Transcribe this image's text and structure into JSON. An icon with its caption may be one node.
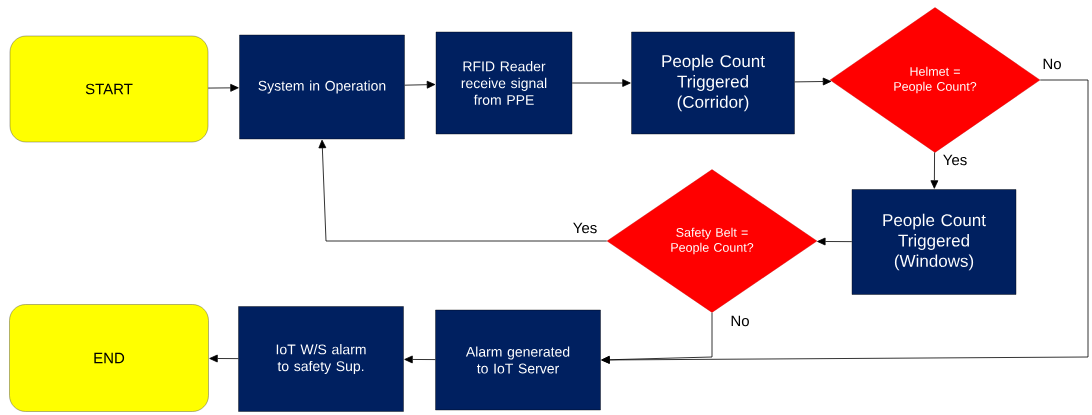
{
  "diagram": {
    "nodes": [
      {
        "text": [
          "START"
        ]
      },
      {
        "text": [
          "System in Operation"
        ]
      },
      {
        "text": [
          "RFID Reader receive signal from PPE"
        ]
      },
      {
        "text": [
          "People Count Triggered (Corridor)"
        ]
      },
      {
        "text": [
          "Helmet = People Count?"
        ]
      },
      {
        "text": [
          "People Count Triggered (Windows)"
        ]
      },
      {
        "text": [
          "Safety Belt = People Count?"
        ]
      },
      {
        "text": [
          "Alarm generated to IoT Server"
        ]
      },
      {
        "text": [
          "IoT W/S alarm to safety Sup."
        ]
      },
      {
        "text": [
          "END"
        ]
      }
    ],
    "edges": [
      {
        "from": 0,
        "to": 1,
        "arrow": "to"
      },
      {
        "from": 1,
        "to": 2,
        "arrow": "to"
      },
      {
        "from": 2,
        "to": 3,
        "arrow": "to"
      },
      {
        "from": 3,
        "to": 4,
        "arrow": "to"
      },
      {
        "from": 4,
        "to": 5,
        "arrow": "to",
        "label": "Yes"
      },
      {
        "from": 5,
        "to": 6,
        "arrow": "to"
      },
      {
        "from": 6,
        "to": 1,
        "arrow": "to",
        "label": "Yes"
      },
      {
        "from": 4,
        "to": 7,
        "arrow": "to",
        "label": "No"
      },
      {
        "from": 6,
        "to": 7,
        "arrow": "to",
        "label": "No"
      },
      {
        "from": 7,
        "to": 8,
        "arrow": "to"
      },
      {
        "from": 8,
        "to": 9,
        "arrow": "to"
      }
    ]
  }
}
